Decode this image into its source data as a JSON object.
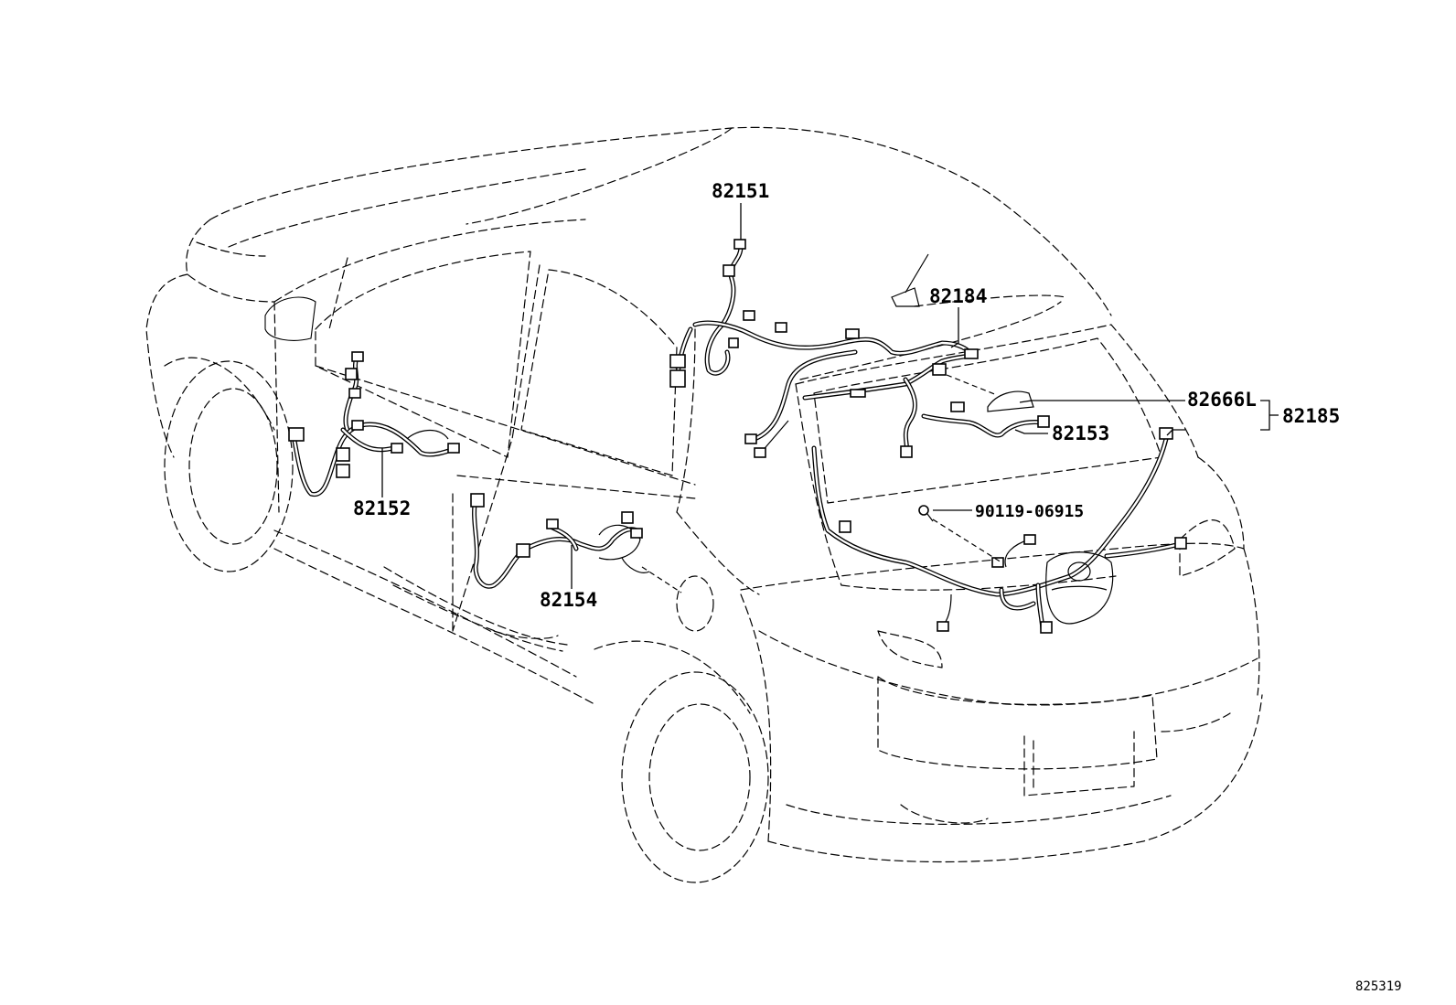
{
  "diagram": {
    "part_labels": {
      "p82151": "82151",
      "p82184": "82184",
      "p82666L": "82666L",
      "p82185": "82185",
      "p82153": "82153",
      "p82152": "82152",
      "p82154": "82154",
      "p90119": "90119-06915"
    },
    "reference_number": "825319"
  }
}
